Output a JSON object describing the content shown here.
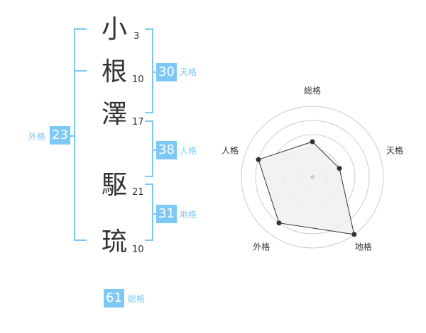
{
  "characters": [
    {
      "char": "小",
      "strokes": "3"
    },
    {
      "char": "根",
      "strokes": "10"
    },
    {
      "char": "澤",
      "strokes": "17"
    },
    {
      "char": "駆",
      "strokes": "21"
    },
    {
      "char": "琉",
      "strokes": "10"
    }
  ],
  "fortunes": {
    "tenkaku": {
      "value": "30",
      "label": "天格"
    },
    "jinkaku": {
      "value": "38",
      "label": "人格"
    },
    "chikaku": {
      "value": "31",
      "label": "地格"
    },
    "gaikaku": {
      "value": "23",
      "label": "外格"
    },
    "soukaku": {
      "value": "61",
      "label": "総格"
    }
  },
  "colors": {
    "accent": "#7dc8f5",
    "text": "#333333",
    "radar_fill": "#f0f0f0",
    "radar_ring": "#cccccc"
  },
  "chart_data": {
    "type": "radar",
    "axes": [
      "総格",
      "天格",
      "地格",
      "外格",
      "人格"
    ],
    "values": [
      0.5,
      0.4,
      1.0,
      0.8,
      0.8
    ],
    "max": 1.0,
    "rings": 5,
    "grid": true
  }
}
